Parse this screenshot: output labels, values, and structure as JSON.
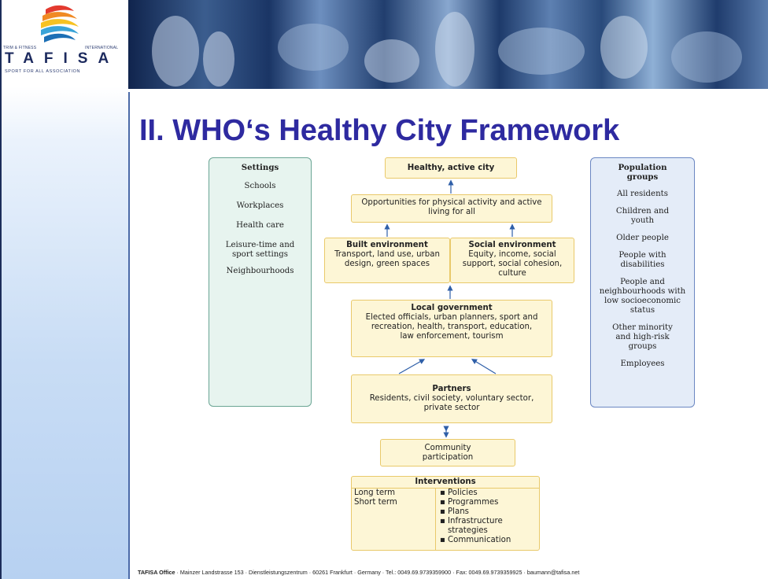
{
  "logo": {
    "top_left": "TRIM & FITNESS",
    "top_right": "INTERNATIONAL",
    "word": "TAFISA",
    "subtitle": "SPORT FOR ALL ASSOCIATION"
  },
  "slide_title": "II.   WHO‘s Healthy City Framework",
  "settings": {
    "heading": "Settings",
    "items": [
      "Schools",
      "Workplaces",
      "Health care",
      "Leisure-time and sport settings",
      "Neighbourhoods"
    ]
  },
  "population": {
    "heading": "Population groups",
    "items": [
      "All residents",
      "Children and youth",
      "Older people",
      "People with disabilities",
      "People and neighbourhoods with low socioeconomic status",
      "Other minority and high-risk groups",
      "Employees"
    ]
  },
  "center": {
    "healthy_city": "Healthy, active city",
    "opportunities": "Opportunities for physical activity and active living for all",
    "built_heading": "Built environment",
    "built_text": "Transport, land use, urban design, green spaces",
    "social_heading": "Social environment",
    "social_text": "Equity, income, social support, social cohesion, culture",
    "local_heading": "Local government",
    "local_text": "Elected officials, urban planners, sport and recreation, health, transport, education, law enforcement, tourism",
    "partners_heading": "Partners",
    "partners_text": "Residents, civil society, voluntary sector, private sector",
    "community": "Community participation",
    "interventions_heading": "Interventions",
    "interventions_terms": [
      "Long term",
      "Short term"
    ],
    "interventions_items": [
      "Policies",
      "Programmes",
      "Plans",
      "Infrastructure strategies",
      "Communication"
    ]
  },
  "footer": {
    "office": "TAFISA Office",
    "details": " · Mainzer Landstrasse 153 · Dienstleistungszentrum · 60261 Frankfurt · Germany · Tel.: 0049.69.9739359900 · Fax: 0049.69.9739359925 · baumann@tafisa.net"
  },
  "colors": {
    "title": "#2e2aa0",
    "box_fill": "#fdf6d6",
    "box_border": "#e9c96a",
    "settings_fill": "#e7f4ef",
    "population_fill": "#e4ecf8",
    "arrow": "#2f5fa8"
  }
}
